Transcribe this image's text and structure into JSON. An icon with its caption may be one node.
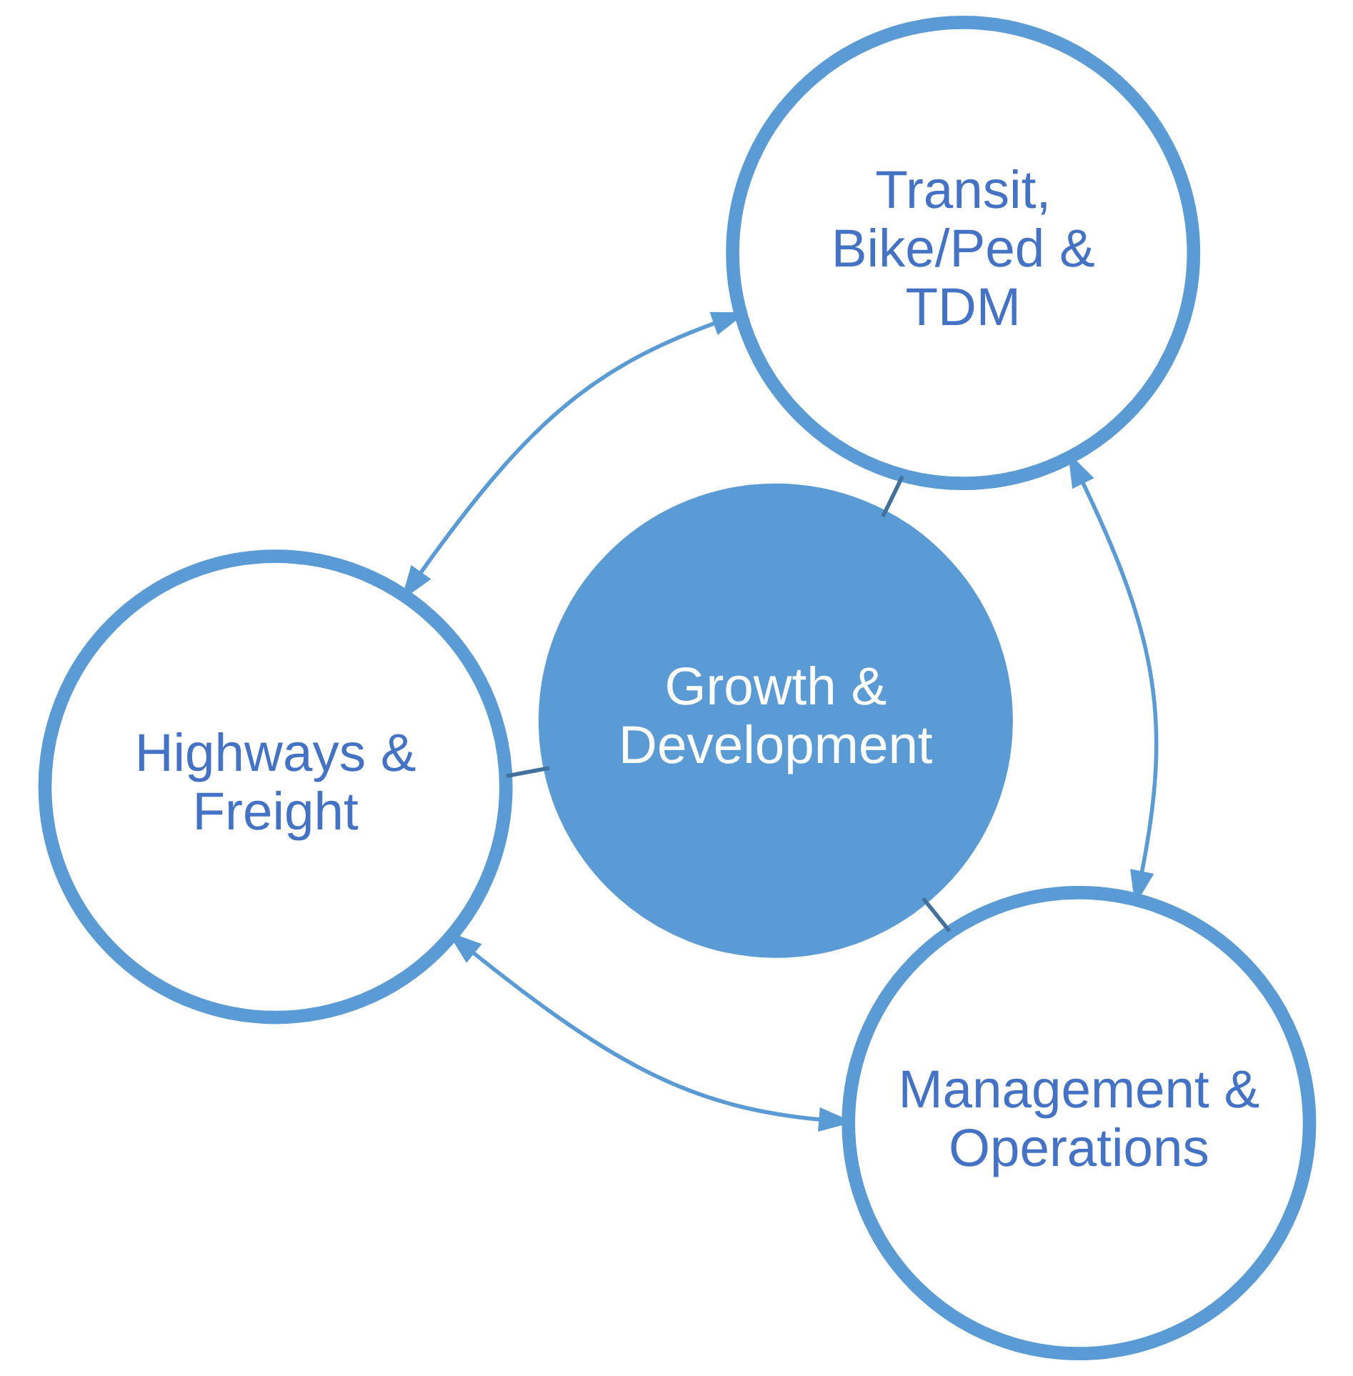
{
  "diagram": {
    "nodes": [
      {
        "text": [
          "Highways & Freight"
        ]
      },
      {
        "text": [
          "Growth & Development"
        ]
      },
      {
        "text": [
          "Management & Operations"
        ]
      },
      {
        "text": [
          "Transit, Bike/Ped & TDM"
        ]
      }
    ],
    "edges": [
      {
        "from": 0,
        "to": 1,
        "arrow": "none"
      },
      {
        "from": 1,
        "to": 2,
        "arrow": "none"
      },
      {
        "from": 1,
        "to": 3,
        "arrow": "none"
      },
      {
        "from": 0,
        "to": 2,
        "arrow": "both",
        "color": "#5b9bd5"
      },
      {
        "from": 0,
        "to": 3,
        "arrow": "both",
        "color": "#5b9bd5"
      },
      {
        "from": 2,
        "to": 3,
        "arrow": "both",
        "color": "#5b9bd5"
      }
    ]
  }
}
